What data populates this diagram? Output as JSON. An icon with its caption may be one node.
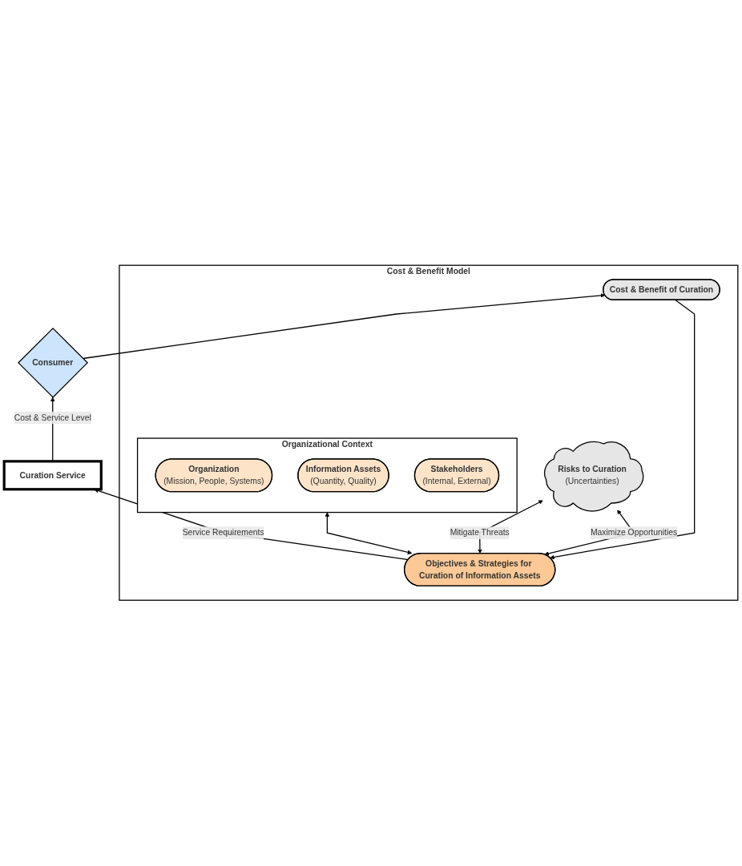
{
  "diagram": {
    "nodes": [
      {
        "text": [
          "Cost & Benefit Model"
        ]
      },
      {
        "text": [
          "Risks to Curation",
          "(Uncertainties)"
        ],
        "in": 0
      },
      {
        "text": [
          "Organizational Context"
        ],
        "in": 0
      },
      {
        "text": [
          "Organization",
          "(Mission, People, Systems)"
        ],
        "in": 2
      },
      {
        "text": [
          "Information Assets",
          "(Quantity, Quality)"
        ],
        "in": 2
      },
      {
        "text": [
          "Stakeholders",
          "(Internal, External)"
        ],
        "in": 2
      },
      {
        "text": [
          "Objectives & Strategies for Curation of Information Assets"
        ],
        "in": 0
      },
      {
        "text": [
          "Cost & Benefit of Curation"
        ],
        "in": 0
      },
      {
        "text": [
          "Consumer"
        ]
      },
      {
        "text": [
          "Curation Service"
        ]
      }
    ],
    "edges": [
      {
        "from": 6,
        "to": 1,
        "arrow": "both",
        "label": "Mitigate Threats"
      },
      {
        "from": 6,
        "to": 1,
        "arrow": "both",
        "label": "Maximize Opportunities"
      },
      {
        "from": 6,
        "to": 2,
        "arrow": "both"
      },
      {
        "from": 7,
        "to": 6,
        "arrow": "to"
      },
      {
        "from": 8,
        "to": 7,
        "arrow": "to"
      },
      {
        "from": 6,
        "to": 9,
        "arrow": "to",
        "label": "Service Requirements"
      },
      {
        "from": 9,
        "to": 8,
        "arrow": "to",
        "label": "Cost & Service Level"
      }
    ]
  }
}
